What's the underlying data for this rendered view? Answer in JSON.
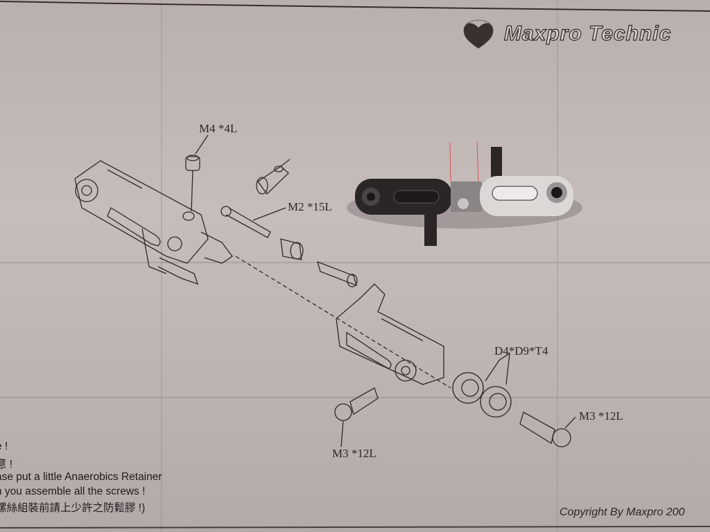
{
  "header": {
    "brand": "Maxpro Technic",
    "logo_icon": "heart-logo-icon"
  },
  "labels": {
    "screw_top": "M4 *4L",
    "pin": "M2 *15L",
    "bearings": "D4*D9*T4",
    "screw_bottom_right": "M3 *12L",
    "screw_bottom_left": "M3 *12L"
  },
  "notes": [
    "e !",
    "意 !",
    "ase put a little Anaerobics Retainer",
    "n you assemble all the screws !",
    "螺絲組裝前請上少許之防鬆膠 !)"
  ],
  "footer": {
    "copyright": "Copyright By Maxpro 200"
  },
  "photo": {
    "subject": "assembled head block part",
    "marker_color": "#e05050",
    "dark_anodized": "#2a2626",
    "silver": "#d8d4d2"
  }
}
